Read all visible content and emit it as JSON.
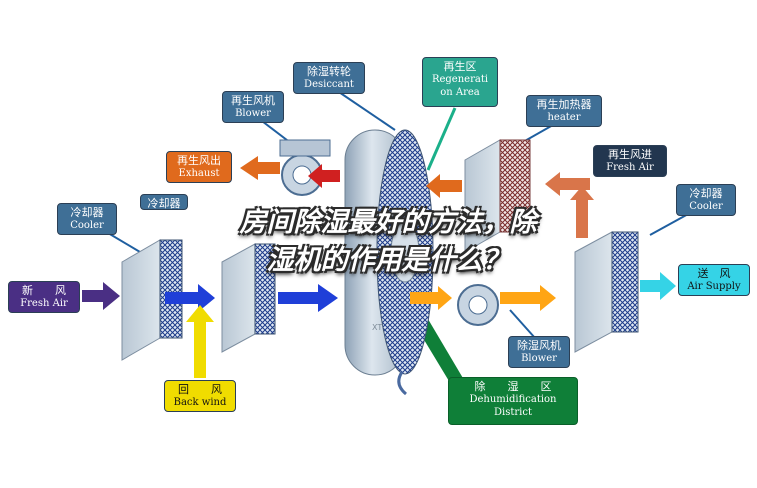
{
  "labels": {
    "desiccant": {
      "cn": "除湿转轮",
      "en": "Desiccant"
    },
    "regen_area": {
      "cn": "再生区",
      "en1": "Regenerati",
      "en2": "on Area"
    },
    "regen_blower": {
      "cn": "再生风机",
      "en": "Blower"
    },
    "regen_heater": {
      "cn": "再生加热器",
      "en": "heater"
    },
    "regen_exhaust": {
      "cn": "再生风出",
      "en": "Exhaust"
    },
    "regen_fresh_air": {
      "cn": "再生风进",
      "en": "Fresh Air"
    },
    "cooler_left": {
      "cn": "冷却器",
      "en": "Cooler"
    },
    "cooler_right": {
      "cn": "冷却器",
      "en": "Cooler"
    },
    "cooler_partial": {
      "cn": "冷却器"
    },
    "new_fresh_air": {
      "cn": "新　　风",
      "en": "Fresh Air"
    },
    "supply_air": {
      "cn": "送　风",
      "en": "Air Supply"
    },
    "back_wind": {
      "cn": "回　　风",
      "en": "Back wind"
    },
    "dehum_blower": {
      "cn": "除湿风机",
      "en": "Blower"
    },
    "dehum_district": {
      "cn": "除　　湿　　区",
      "en1": "Dehumidification",
      "en2": "District"
    }
  },
  "title": {
    "line1": "房间除湿最好的方法，除",
    "line2": "湿机的作用是什么？"
  },
  "colors": {
    "blue_label": "#3f6f96",
    "regen_label": "#2aa58f",
    "exhaust": "#e06a1d",
    "back_wind": "#f0dc00",
    "supply": "#35d3e6",
    "dehum": "#0f7f38",
    "process_arrow": "#1f3fd8"
  }
}
